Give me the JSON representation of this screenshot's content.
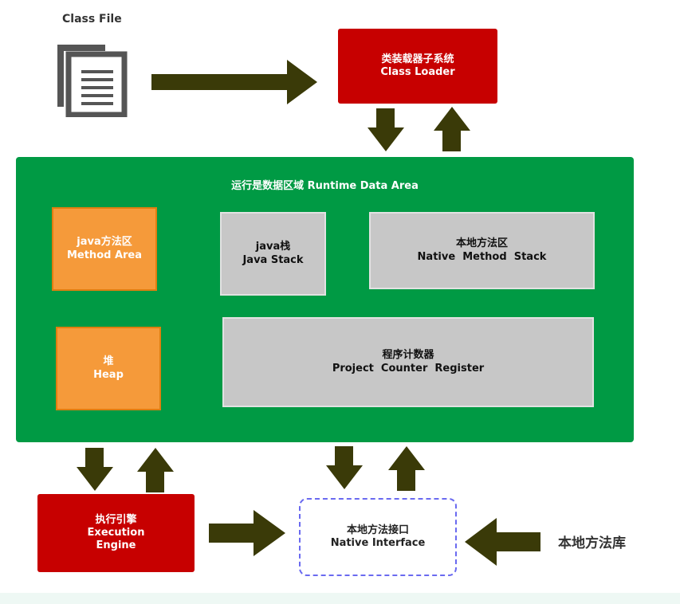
{
  "class_file": {
    "label": "Class File",
    "icon": "document-stack-icon"
  },
  "class_loader": {
    "title_cn": "类装载器子系统",
    "title_en": "Class Loader"
  },
  "runtime_data_area": {
    "title": "运行是数据区域  Runtime Data Area",
    "method_area": {
      "cn": "java方法区",
      "en": "Method Area"
    },
    "java_stack": {
      "cn": "java栈",
      "en": "Java Stack"
    },
    "native_method_stack": {
      "cn": "本地方法区",
      "en": "Native  Method  Stack"
    },
    "heap": {
      "cn": "堆",
      "en": "Heap"
    },
    "pc_register": {
      "cn": "程序计数器",
      "en": "Project  Counter  Register"
    }
  },
  "execution_engine": {
    "cn": "执行引擎",
    "en1": "Execution",
    "en2": "Engine"
  },
  "native_interface": {
    "cn": "本地方法接口",
    "en": "Native Interface"
  },
  "native_library": {
    "label": "本地方法库"
  },
  "colors": {
    "red": "#c70000",
    "green": "#009a44",
    "orange": "#f59a3a",
    "gray": "#c7c7c7",
    "arrow": "#3a3a08",
    "dashed_border": "#6a6af0"
  }
}
